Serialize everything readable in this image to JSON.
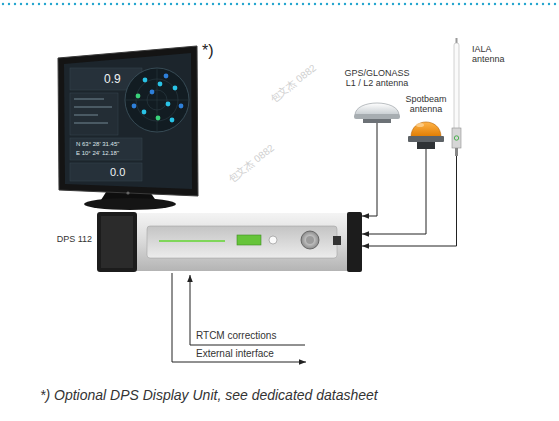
{
  "diagram": {
    "caption": "*) Optional DPS Display Unit, see dedicated datasheet",
    "nodes": [
      {
        "text": [
          "GPS/GLONASS L1 / L2 antenna"
        ]
      },
      {
        "text": [
          "Spotbeam antenna"
        ]
      },
      {
        "text": [
          "IALA antenna"
        ]
      },
      {
        "text": [
          "DPS 112"
        ]
      }
    ],
    "edges": [
      {
        "from": 0,
        "to": 3,
        "arrow": "to"
      },
      {
        "from": 1,
        "to": 3,
        "arrow": "to"
      },
      {
        "from": 2,
        "to": 3,
        "arrow": "to"
      }
    ],
    "labels": [
      "*)",
      "0.9",
      "N 63° 28' 31.45\"",
      "E 10° 24' 12.18\"",
      "0.0",
      "RTCM corrections",
      "External interface",
      "包文杰 0882",
      "包文杰 0882"
    ]
  }
}
